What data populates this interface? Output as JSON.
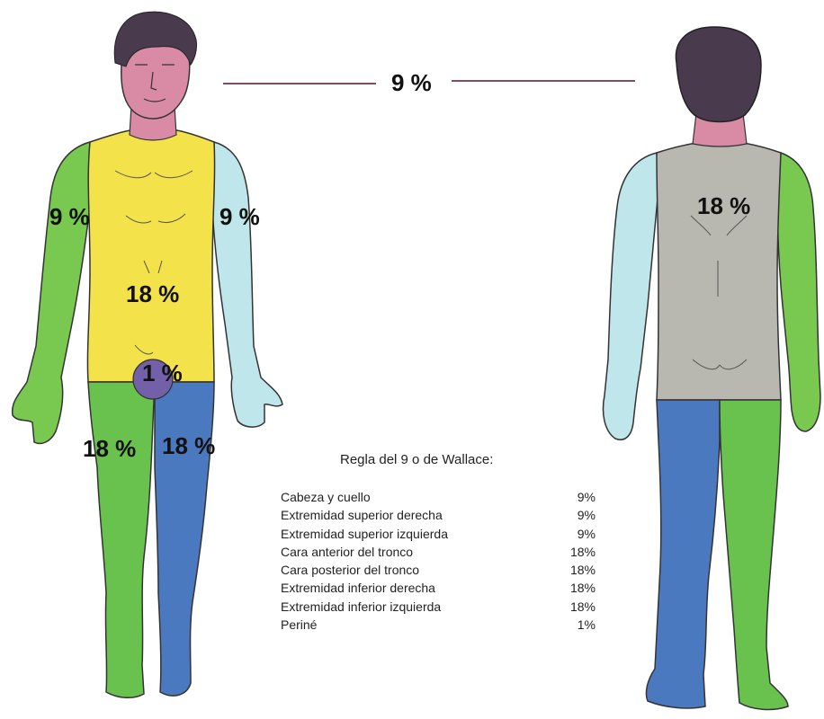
{
  "labels": {
    "head": "9 %",
    "front_right_arm": "9 %",
    "front_left_arm": "9 %",
    "front_trunk": "18 %",
    "perineum": "1 %",
    "front_right_leg": "18 %",
    "front_left_leg": "18 %",
    "back_trunk": "18 %"
  },
  "legend": {
    "title": "Regla del 9 o de Wallace:",
    "items": [
      {
        "label": "Cabeza y cuello",
        "value": "9%"
      },
      {
        "label": "Extremidad superior derecha",
        "value": "9%"
      },
      {
        "label": "Extremidad superior izquierda",
        "value": "9%"
      },
      {
        "label": "Cara anterior del tronco",
        "value": "18%"
      },
      {
        "label": "Cara posterior del tronco",
        "value": "18%"
      },
      {
        "label": "Extremidad inferior derecha",
        "value": "18%"
      },
      {
        "label": "Extremidad inferior izquierda",
        "value": "18%"
      },
      {
        "label": "Periné",
        "value": "1%"
      }
    ]
  },
  "colors": {
    "head": "#d98ba6",
    "hair": "#4a3a4e",
    "arm_green": "#79c850",
    "arm_lightblue": "#bfe6ea",
    "trunk_front": "#f3e24a",
    "trunk_back": "#b8b8b0",
    "leg_green": "#69c24e",
    "leg_blue": "#4b79c0",
    "perineum": "#7260a8",
    "line": "#8a4a5a"
  }
}
